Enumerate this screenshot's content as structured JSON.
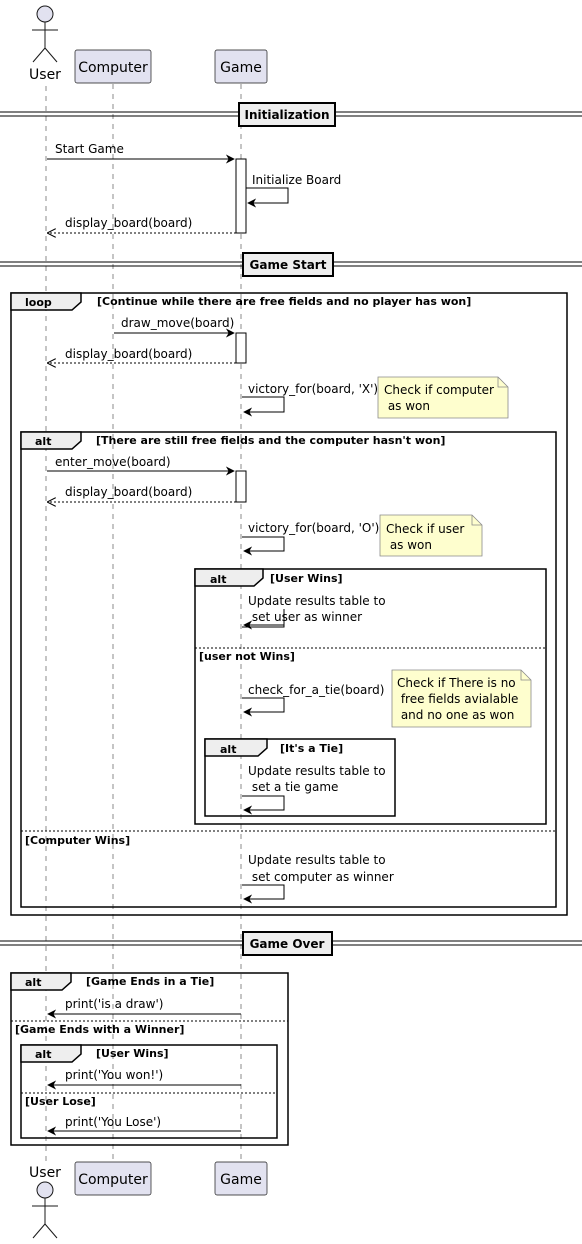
{
  "participants": {
    "user": "User",
    "computer": "Computer",
    "game": "Game"
  },
  "dividers": {
    "initialization": "Initialization",
    "game_start": "Game Start",
    "game_over": "Game Over"
  },
  "messages": {
    "start_game": "Start Game",
    "initialize_board": "Initialize Board",
    "display_board_1": "display_board(board)",
    "draw_move": "draw_move(board)",
    "display_board_2": "display_board(board)",
    "victory_x": "victory_for(board, 'X')",
    "enter_move": "enter_move(board)",
    "display_board_3": "display_board(board)",
    "victory_o": "victory_for(board, 'O')",
    "update_user_1": "Update results table to",
    "update_user_2": " set user as winner",
    "check_tie": "check_for_a_tie(board)",
    "update_tie_1": "Update results table to",
    "update_tie_2": " set a tie game",
    "update_comp_1": "Update results table to",
    "update_comp_2": " set computer as winner",
    "print_draw": "print('is a draw')",
    "print_won": "print('You won!')",
    "print_lose": "print('You Lose')"
  },
  "notes": {
    "check_computer_1": "Check if computer",
    "check_computer_2": " as won",
    "check_user_1": "Check if user",
    "check_user_2": " as won",
    "check_tie_1": "Check if There is no",
    "check_tie_2": " free fields avialable",
    "check_tie_3": " and no one as won"
  },
  "fragments": {
    "loop_kw": "loop",
    "loop_cond": "[Continue while there are free fields and no player has won]",
    "alt_kw": "alt",
    "alt1_cond": "[There are still free fields and the computer hasn't won]",
    "alt2_cond": "[User Wins]",
    "alt2_else": "[user not Wins]",
    "alt3_cond": "[It's a Tie]",
    "alt1_else": "[Computer Wins]",
    "alt4_cond": "[Game Ends in a Tie]",
    "alt4_else": "[Game Ends with a Winner]",
    "alt5_cond": "[User Wins]",
    "alt5_else": "[User Lose]"
  }
}
